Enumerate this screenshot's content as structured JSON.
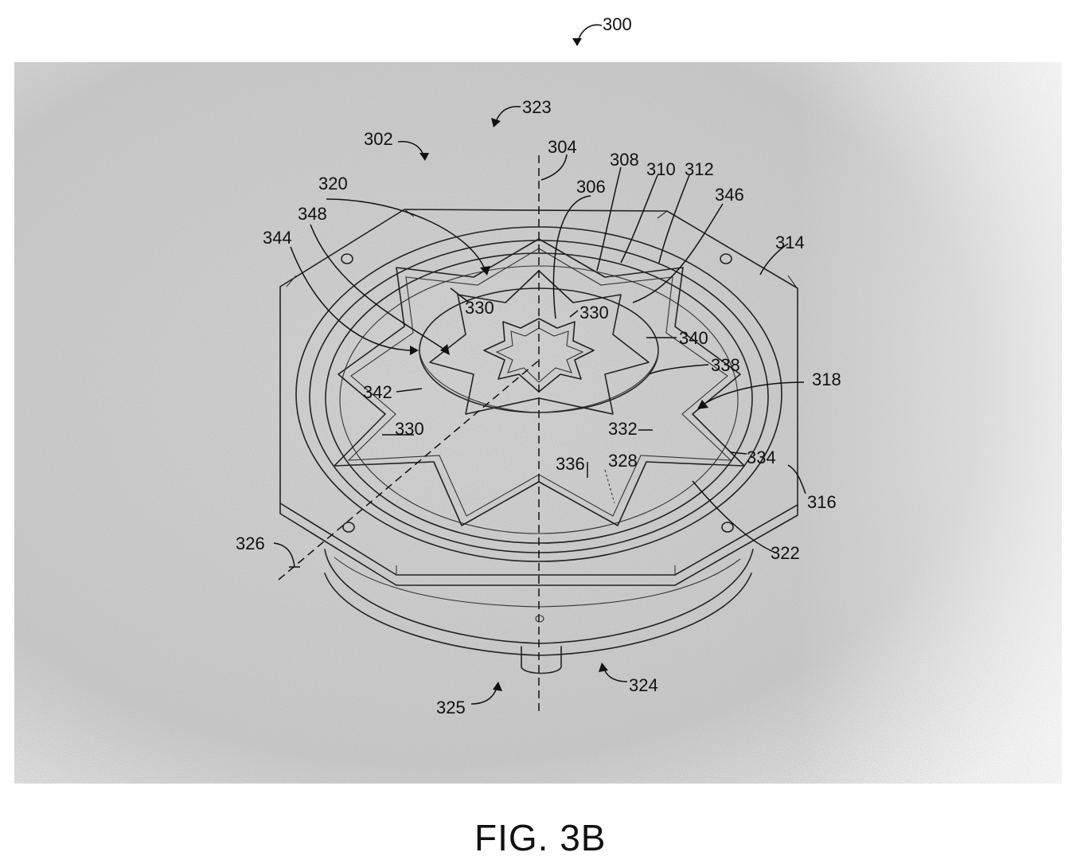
{
  "figure": {
    "caption": "FIG. 3B",
    "labels": {
      "r300": "300",
      "r302": "302",
      "r323": "323",
      "r304": "304",
      "r306": "306",
      "r308": "308",
      "r310": "310",
      "r312": "312",
      "r346": "346",
      "r320": "320",
      "r348": "348",
      "r344": "344",
      "r314": "314",
      "r330a": "330",
      "r330b": "330",
      "r330c": "330",
      "r340": "340",
      "r338": "338",
      "r342": "342",
      "r318": "318",
      "r332": "332",
      "r334": "334",
      "r336": "336",
      "r328": "328",
      "r316": "316",
      "r322": "322",
      "r326": "326",
      "r324": "324",
      "r325": "325"
    }
  }
}
